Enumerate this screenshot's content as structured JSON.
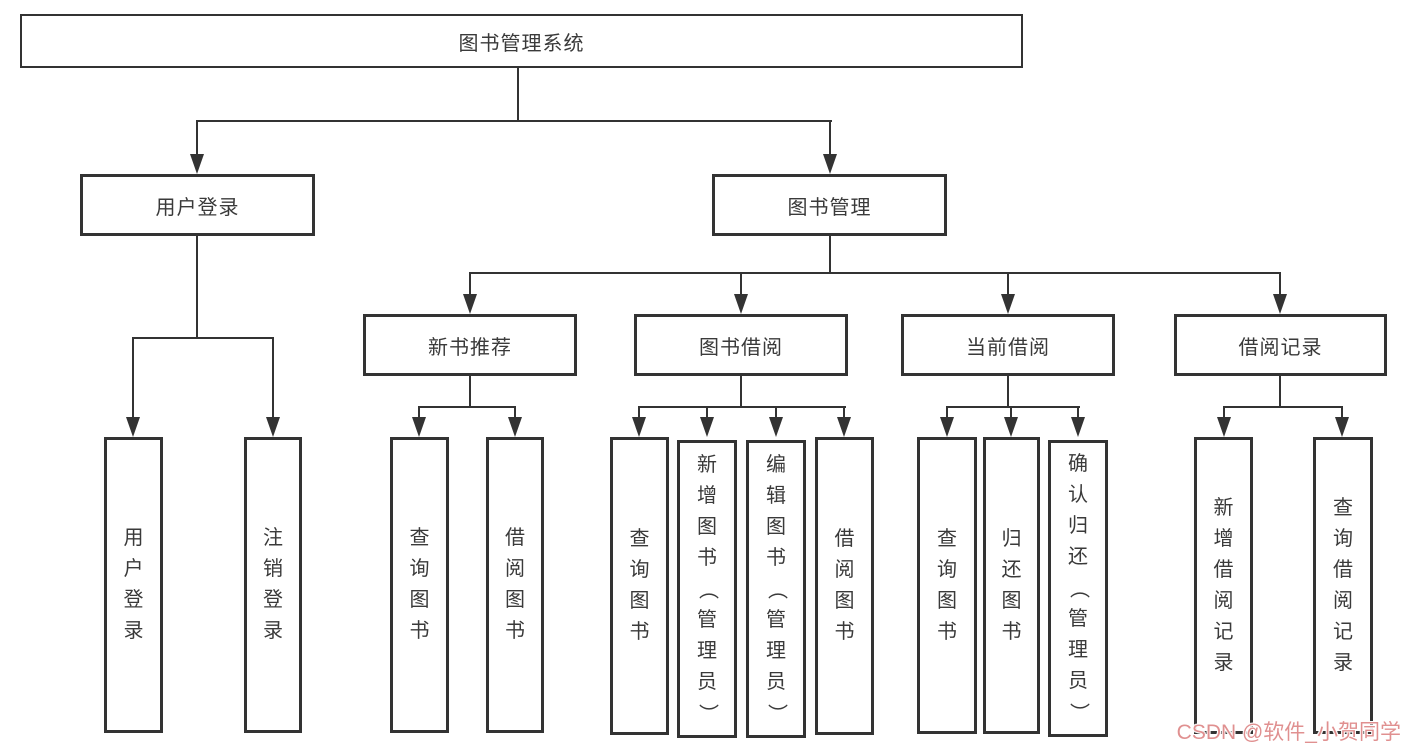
{
  "diagram": {
    "title": "图书管理系统",
    "level2": [
      {
        "label": "用户登录"
      },
      {
        "label": "图书管理"
      }
    ],
    "level3": [
      {
        "label": "新书推荐"
      },
      {
        "label": "图书借阅"
      },
      {
        "label": "当前借阅"
      },
      {
        "label": "借阅记录"
      }
    ],
    "leaves": [
      {
        "label": "用户登录"
      },
      {
        "label": "注销登录"
      },
      {
        "label": "查询图书"
      },
      {
        "label": "借阅图书"
      },
      {
        "label": "查询图书"
      },
      {
        "label": "新增图书（管理员）"
      },
      {
        "label": "编辑图书（管理员）"
      },
      {
        "label": "借阅图书"
      },
      {
        "label": "查询图书"
      },
      {
        "label": "归还图书"
      },
      {
        "label": "确认归还（管理员）"
      },
      {
        "label": "新增借阅记录"
      },
      {
        "label": "查询借阅记录"
      }
    ],
    "line_color": "#333333",
    "watermark": "CSDN @软件_小贺同学"
  }
}
